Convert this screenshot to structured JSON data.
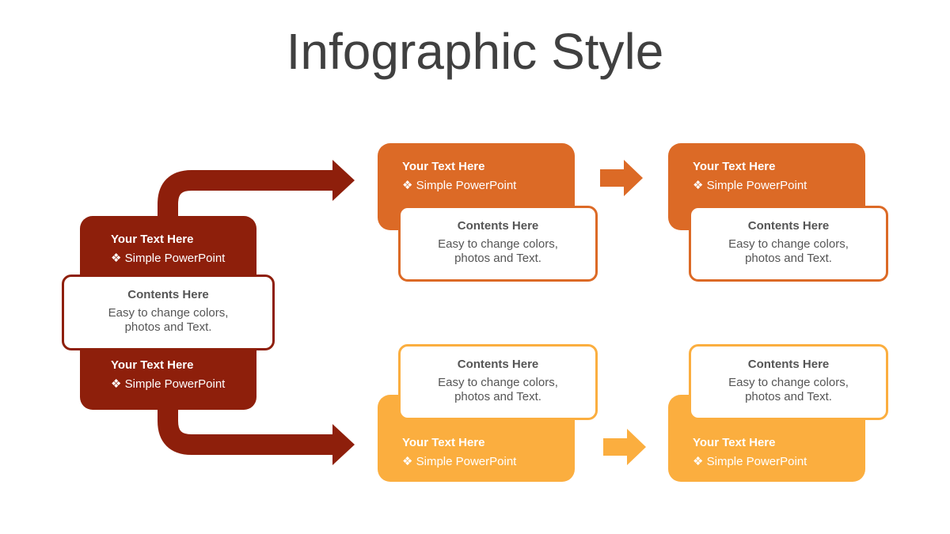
{
  "title": "Infographic Style",
  "colors": {
    "dark_red": "#8e1f0b",
    "orange": "#dc6a26",
    "yellow": "#fbae3f",
    "title_text": "#404040",
    "body_text": "#555555"
  },
  "left": {
    "top_heading": "Your Text Here",
    "top_sub": "❖ Simple PowerPoint",
    "content_heading": "Contents Here",
    "content_line1": "Easy to change colors,",
    "content_line2": "photos and Text.",
    "bottom_heading": "Your Text Here",
    "bottom_sub": "❖ Simple PowerPoint"
  },
  "top_row": [
    {
      "heading": "Your Text Here",
      "sub": "❖ Simple PowerPoint",
      "content_heading": "Contents Here",
      "content_line1": "Easy to change colors,",
      "content_line2": "photos and Text."
    },
    {
      "heading": "Your Text Here",
      "sub": "❖ Simple PowerPoint",
      "content_heading": "Contents Here",
      "content_line1": "Easy to change colors,",
      "content_line2": "photos and Text."
    }
  ],
  "bottom_row": [
    {
      "heading": "Your Text Here",
      "sub": "❖ Simple PowerPoint",
      "content_heading": "Contents Here",
      "content_line1": "Easy to change colors,",
      "content_line2": "photos and Text."
    },
    {
      "heading": "Your Text Here",
      "sub": "❖ Simple PowerPoint",
      "content_heading": "Contents Here",
      "content_line1": "Easy to change colors,",
      "content_line2": "photos and Text."
    }
  ]
}
